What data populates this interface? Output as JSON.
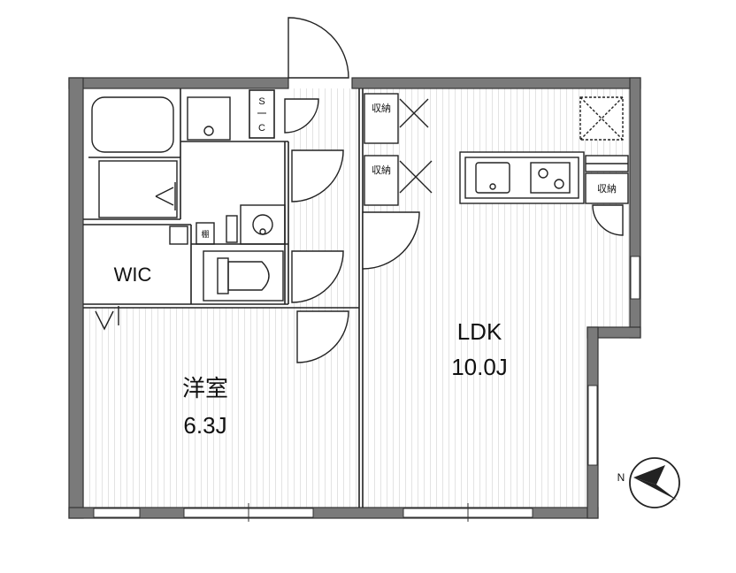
{
  "rooms": {
    "western": {
      "name": "洋室",
      "size": "6.3J"
    },
    "ldk": {
      "name": "LDK",
      "size": "10.0J"
    },
    "wic": {
      "name": "WIC"
    }
  },
  "labels": {
    "sic_top": "S",
    "sic_bottom": "C",
    "storage": "収納",
    "shelf": "棚"
  },
  "compass": {
    "north": "N"
  },
  "colors": {
    "wall": "#7a7a7a",
    "line": "#222222",
    "floor": "#ffffff",
    "hatch": "#dcdcdc"
  }
}
